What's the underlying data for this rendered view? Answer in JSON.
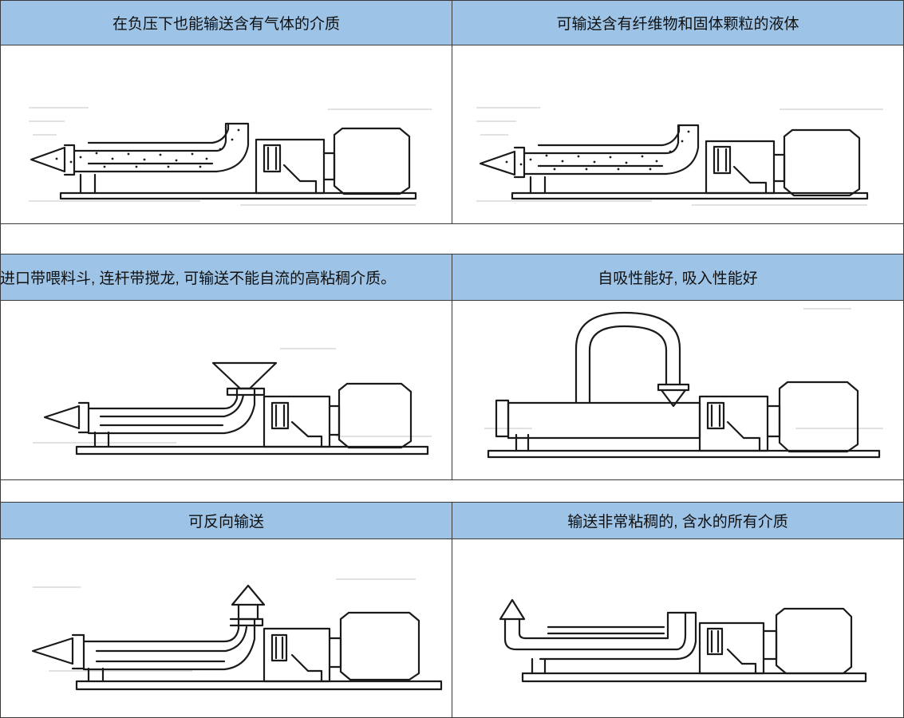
{
  "rows": [
    {
      "left": {
        "caption": "在负压下也能输送含有气体的介质",
        "diagram": "pump-gas-medium"
      },
      "right": {
        "caption": "可输送含有纤维物和固体颗粒的液体",
        "diagram": "pump-fiber-solids"
      }
    },
    {
      "wide_caption": "进口带喂料斗, 连杆带搅龙, 可输送不能自流的高粘稠介质。",
      "left": {
        "diagram": "pump-with-hopper"
      },
      "right": {
        "caption": "自吸性能好, 吸入性能好",
        "diagram": "pump-self-priming"
      }
    },
    {
      "left": {
        "caption": "可反向输送",
        "diagram": "pump-reverse"
      },
      "right": {
        "caption": "输送非常粘稠的, 含水的所有介质",
        "diagram": "pump-viscous"
      }
    }
  ],
  "colors": {
    "header_bg": "#9dc3e6",
    "grid": "#3a3a3a"
  }
}
